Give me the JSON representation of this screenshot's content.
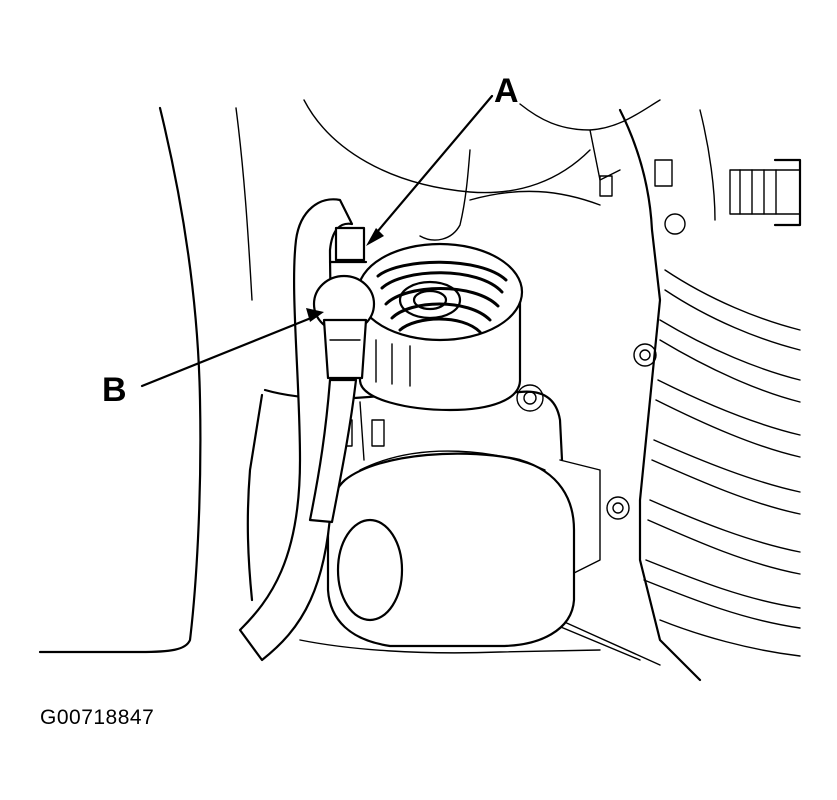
{
  "figure": {
    "callouts": [
      {
        "id": "A",
        "label": "A"
      },
      {
        "id": "B",
        "label": "B"
      }
    ],
    "figure_id": "G00718847"
  }
}
